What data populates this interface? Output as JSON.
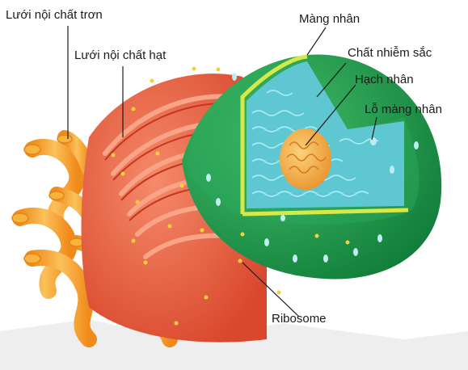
{
  "labels": {
    "smooth_er": "Lưới nội chất trơn",
    "rough_er": "Lưới nội chất hạt",
    "nuclear_membrane": "Màng nhân",
    "chromatin": "Chất nhiễm sắc",
    "nucleolus": "Hạch nhân",
    "nuclear_pore": "Lỗ màng nhân",
    "ribosome": "Ribosome"
  },
  "colors": {
    "smooth_er": "#f5a623",
    "rough_er": "#ef6f4f",
    "nucleus_envelope": "#1e9a4a",
    "membrane_rim": "#d6e84a",
    "chromatin_bg": "#5fc7d2",
    "nucleolus": "#f2b04a",
    "ribosome": "#f6d23a"
  }
}
